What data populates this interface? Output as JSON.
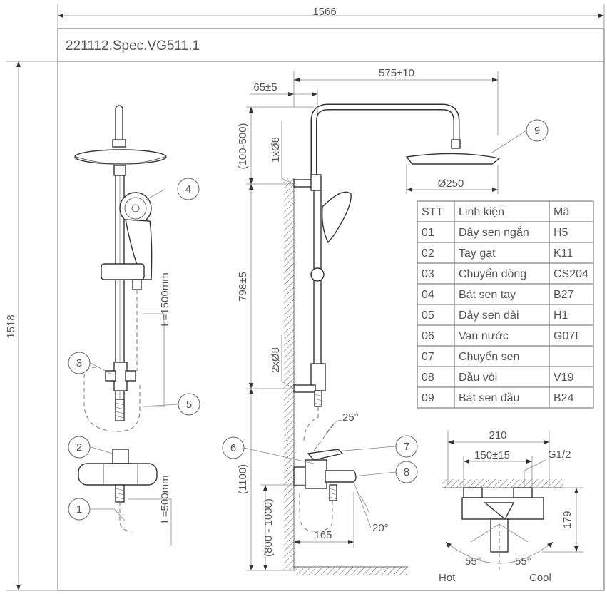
{
  "drawing": {
    "code": "221112.Spec.VG511.1",
    "overall_width": "1566",
    "overall_height": "1518"
  },
  "side_view": {
    "offset": "65±5",
    "arm_length": "575±10",
    "wall_range": "(100-500)",
    "upper_fixing": "1xØ8",
    "rail_height": "798±5",
    "lower_fixing": "2xØ8",
    "valve_height": "(1100)",
    "spout_height": "(800 - 1000)",
    "spout_projection": "165",
    "head_diameter": "Ø250",
    "lever_angle": "25°",
    "spout_angle": "20°"
  },
  "front_view": {
    "hose_long": "L=1500mm",
    "hose_short": "L=500mm"
  },
  "valve_detail": {
    "width": "210",
    "centers": "150±15",
    "thread": "G1/2",
    "depth": "179",
    "hot_angle": "55°",
    "cool_angle": "55°",
    "hot_label": "Hot",
    "cool_label": "Cool"
  },
  "callouts": [
    "1",
    "2",
    "3",
    "4",
    "5",
    "6",
    "7",
    "8",
    "9"
  ],
  "parts_table": {
    "headers": [
      "STT",
      "Linh kiện",
      "Mã"
    ],
    "rows": [
      [
        "01",
        "Dây sen ngắn",
        "H5"
      ],
      [
        "02",
        "Tay gạt",
        "K11"
      ],
      [
        "03",
        "Chuyển dòng",
        "CS204"
      ],
      [
        "04",
        "Bát sen tay",
        "B27"
      ],
      [
        "05",
        "Dây sen dài",
        "H1"
      ],
      [
        "06",
        "Van nước",
        "G07I"
      ],
      [
        "07",
        "Chuyển sen",
        ""
      ],
      [
        "08",
        "Đầu vòi",
        "V19"
      ],
      [
        "09",
        "Bát sen đầu",
        "B24"
      ]
    ]
  }
}
